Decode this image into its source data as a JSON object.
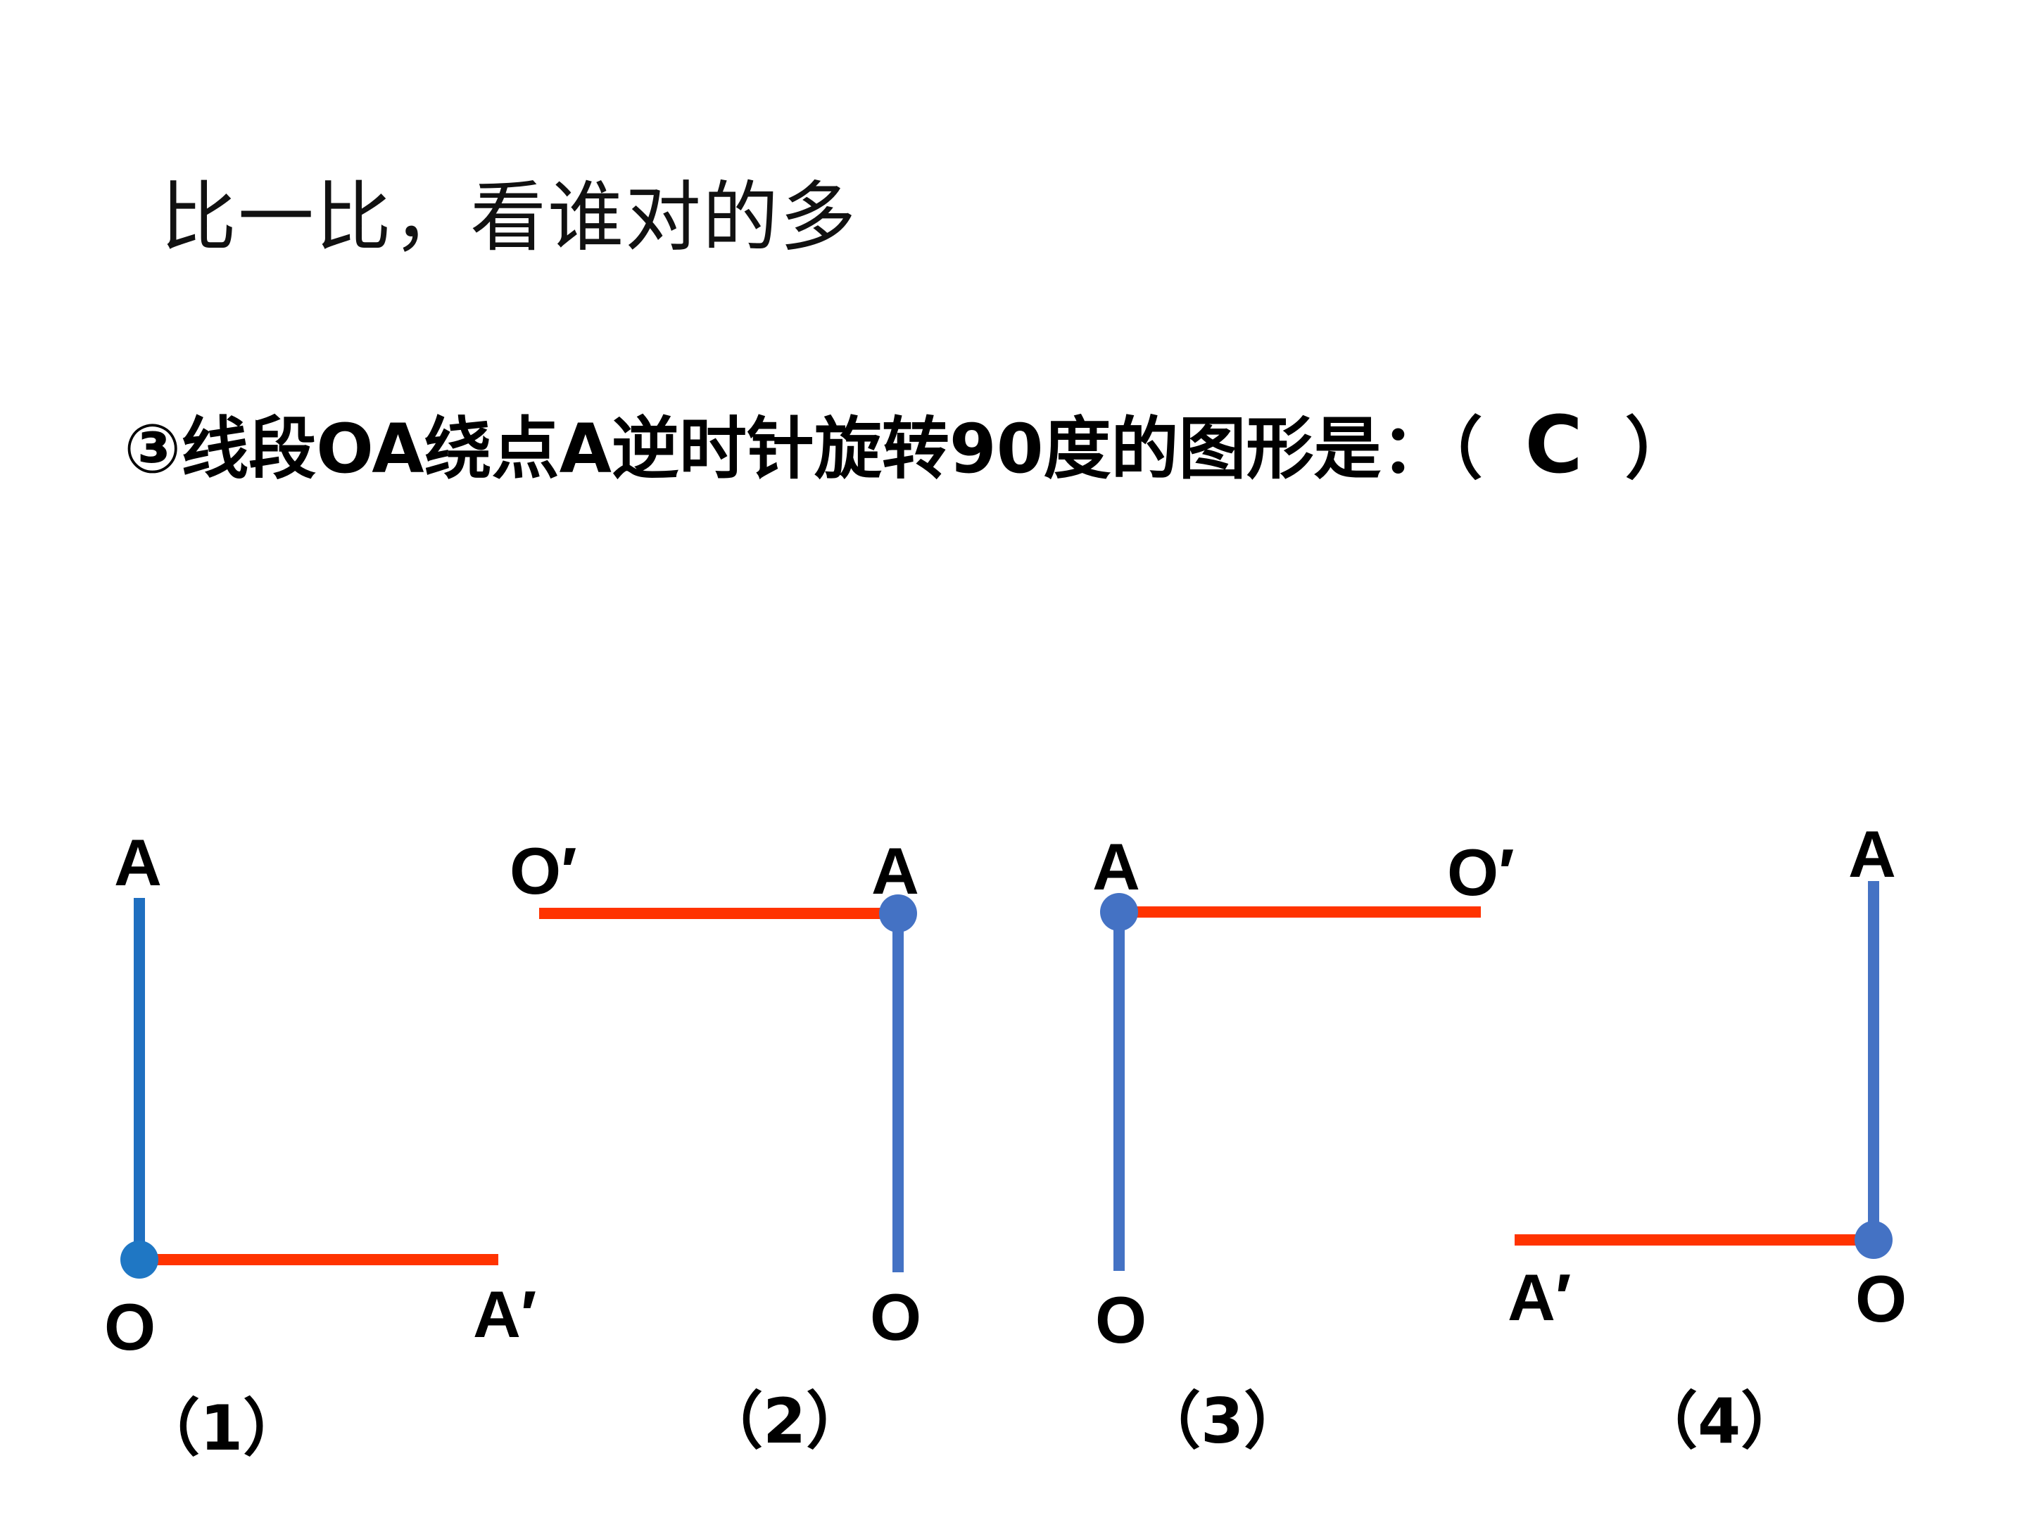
{
  "title": "比一比，看谁对的多",
  "question": {
    "text": "③线段OA绕点A逆时针旋转90度的图形是：（",
    "answer": "C",
    "close": "）"
  },
  "colors": {
    "original_segment": "#4472c4",
    "rotated_segment": "#ff3300",
    "point": "#4472c4",
    "point_fig1": "#1f77c4"
  },
  "figures": [
    {
      "caption": "（1）",
      "labels": {
        "A": "A",
        "O": "O",
        "A_prime": "A′"
      }
    },
    {
      "caption": "（2）",
      "labels": {
        "O_prime": "O′",
        "A": "A",
        "O": "O"
      }
    },
    {
      "caption": "（3）",
      "labels": {
        "A": "A",
        "O_prime": "O′",
        "O": "O"
      }
    },
    {
      "caption": "（4）",
      "labels": {
        "A": "A",
        "A_prime": "A′",
        "O": "O"
      }
    }
  ]
}
